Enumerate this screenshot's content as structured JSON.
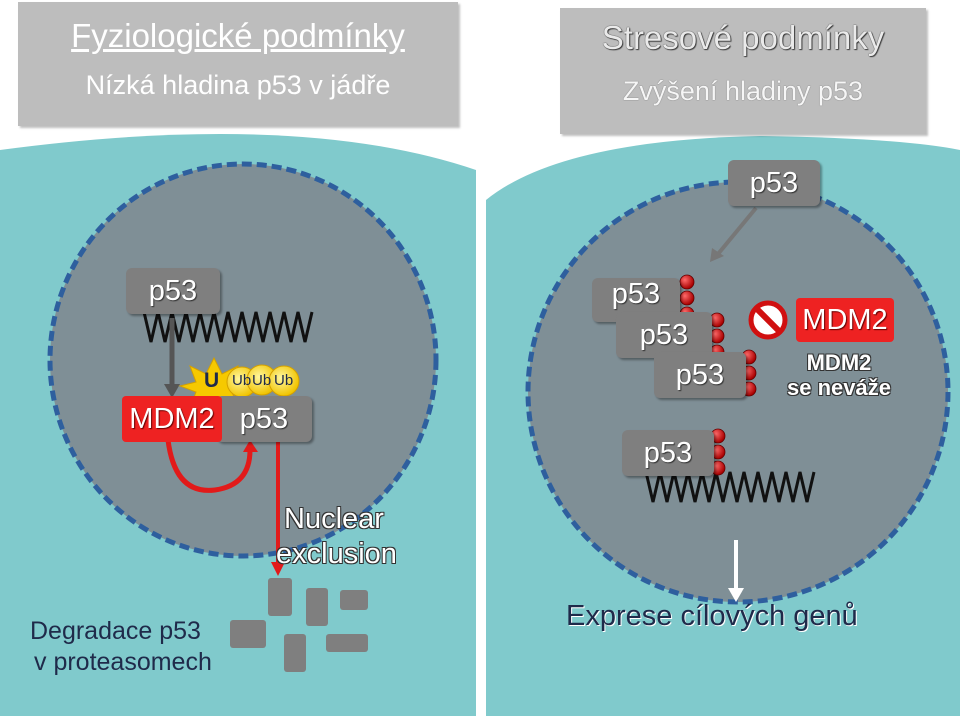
{
  "headers": {
    "left": {
      "title": "Fyziologické podmínky",
      "subtitle": "Nízká hladina p53 v jádře"
    },
    "right": {
      "title": "Stresové podmínky",
      "subtitle": "Zvýšení hladiny p53"
    }
  },
  "left_panel": {
    "p53_top": "p53",
    "mdm2": "MDM2",
    "p53_bound": "p53",
    "ubiquitin": [
      "U",
      "Ub",
      "Ub",
      "Ub"
    ],
    "nuclear_exclusion": [
      "Nuclear",
      "exclusion"
    ],
    "degradation": [
      "Degradace p53",
      "v proteasomech"
    ]
  },
  "right_panel": {
    "p53_incoming": "p53",
    "p53_stack": [
      "p53",
      "p53",
      "p53"
    ],
    "p53_dna": "p53",
    "mdm2": "MDM2",
    "mdm2_note": [
      "MDM2",
      "se neváže"
    ],
    "expression": "Exprese cílových genů"
  },
  "colors": {
    "cell": "#80cacc",
    "nucleus": "#7f8f96",
    "nucleus_border": "#2e5f9e",
    "box": "#7f7f7f",
    "red": "#ee2222",
    "header": "#bdbdbd"
  }
}
